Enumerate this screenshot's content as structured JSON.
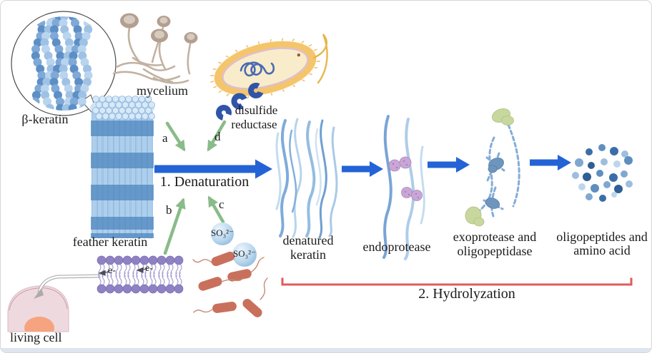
{
  "entities": {
    "beta_keratin": "β-keratin",
    "feather_keratin": "feather keratin",
    "mycelium": "mycelium",
    "disulfide_reductase_line1": "disulfide",
    "disulfide_reductase_line2": "reductase",
    "sulfite_ion": "SO₃²⁻",
    "electron": "e-",
    "living_cell": "living cell",
    "denatured_keratin_line1": "denatured",
    "denatured_keratin_line2": "keratin",
    "endoprotease": "endoprotease",
    "exoprotease_line1": "exoprotease and",
    "exoprotease_line2": "oligopeptidase",
    "products_line1": "oligopeptides and",
    "products_line2": "amino acid"
  },
  "process": {
    "step1_label": "1. Denaturation",
    "step2_label": "2. Hydrolyzation",
    "route_a": "a",
    "route_b": "b",
    "route_c": "c",
    "route_d": "d"
  },
  "colors": {
    "arrow_blue": "#2363d6",
    "arrow_green": "#8abb8a",
    "bracket_red": "#e15b5b",
    "keratin_blue": "#5b94c8",
    "bacterium_body": "#f5c56b",
    "endoprotease_purple": "#c9a6d6",
    "membrane_lipid_purple": "#8f82c2",
    "rod_bacterium_red": "#c9705c",
    "sulfite_sphere_blue": "#b8d6ee",
    "mycelium_tan": "#c3b3a3",
    "disulfide_reductase_blue": "#3055a8",
    "exoprotease_green": "#c8d79e",
    "oligopeptidase_blue": "#6e95bd"
  }
}
